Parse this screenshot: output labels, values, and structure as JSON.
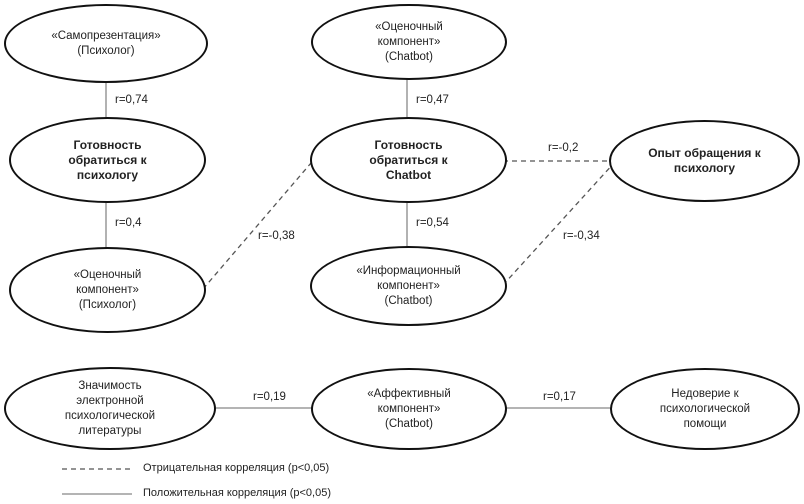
{
  "nodes": {
    "self_presentation": "«Самопрезентация»\n(Психолог)",
    "readiness_psychologist": "Готовность\nобратиться к\nпсихологу",
    "evaluative_psychologist": "«Оценочный\nкомпонент»\n(Психолог)",
    "evaluative_chatbot": "«Оценочный\nкомпонент»\n(Chatbot)",
    "readiness_chatbot": "Готовность\nобратиться к\nChatbot",
    "informational_chatbot": "«Информационный\nкомпонент»\n(Chatbot)",
    "help_experience": "Опыт обращения к\nпсихологу",
    "electronic_literature": "Значимость\nэлектронной\nпсихологической\nлитературы",
    "affective_chatbot": "«Аффективный\nкомпонент»\n(Chatbot)",
    "distrust_help": "Недоверие к\nпсихологической\nпомощи"
  },
  "correlations": {
    "self_to_readiness": "r=0,74",
    "readiness_to_evaluative_psych": "r=0,4",
    "evaluative_psych_to_readiness_chatbot": "r=-0,38",
    "evaluative_chatbot_to_readiness_chatbot": "r=0,47",
    "readiness_chatbot_to_informational": "r=0,54",
    "readiness_chatbot_to_experience": "r=-0,2",
    "informational_to_experience": "r=-0,34",
    "literature_to_affective": "r=0,19",
    "affective_to_distrust": "r=0,17"
  },
  "legend": {
    "negative": "Отрицательная корреляция (p<0,05)",
    "positive": "Положительная корреляция (p<0,05)"
  }
}
